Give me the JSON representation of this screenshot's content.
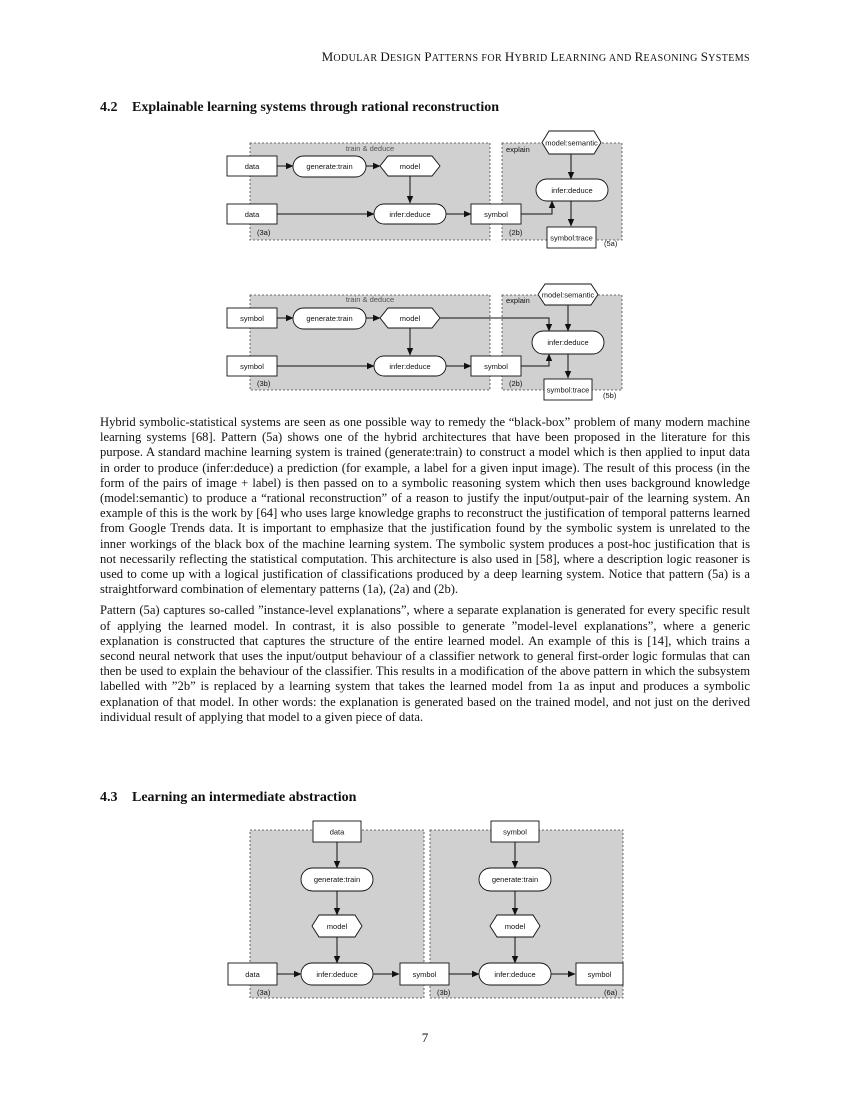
{
  "header": {
    "running_head": [
      {
        "cap": "M",
        "rest": "ODULAR "
      },
      {
        "cap": "D",
        "rest": "ESIGN "
      },
      {
        "cap": "P",
        "rest": "ATTERNS FOR "
      },
      {
        "cap": "H",
        "rest": "YBRID "
      },
      {
        "cap": "L",
        "rest": "EARNING AND "
      },
      {
        "cap": "R",
        "rest": "EASONING "
      },
      {
        "cap": "S",
        "rest": "YSTEMS"
      }
    ]
  },
  "section_4_2": {
    "number": "4.2",
    "title": "Explainable learning systems through rational reconstruction"
  },
  "figure_5a": {
    "group_left_label": "train & deduce",
    "group_right_label": "explain",
    "input_top": "data",
    "input_bottom": "data",
    "process_train": "generate:train",
    "model": "model",
    "process_deduce": "infer:deduce",
    "symbol": "symbol",
    "semantic": "model:semantic",
    "process_explain": "infer:deduce",
    "output": "symbol:trace",
    "tag_left": "(3a)",
    "tag_mid": "(2b)",
    "tag_pattern": "(5a)"
  },
  "figure_5b": {
    "group_left_label": "train & deduce",
    "group_right_label": "explain",
    "input_top": "symbol",
    "input_bottom": "symbol",
    "process_train": "generate:train",
    "model": "model",
    "process_deduce": "infer:deduce",
    "symbol": "symbol",
    "semantic": "model:semantic",
    "process_explain": "infer:deduce",
    "output": "symbol:trace",
    "tag_left": "(3b)",
    "tag_mid": "(2b)",
    "tag_pattern": "(5b)"
  },
  "paragraphs": [
    "Hybrid symbolic-statistical systems are seen as one possible way to remedy the “black-box” problem of many modern machine learning systems [68]. Pattern (5a) shows one of the hybrid architectures that have been proposed in the literature for this purpose. A standard machine learning system is trained (generate:train) to construct a model which is then applied to input data in order to produce (infer:deduce) a prediction (for example, a label for a given input image). The result of this process (in the form of the pairs of image + label) is then passed on to a symbolic reasoning system which then uses background knowledge (model:semantic) to produce a “rational reconstruction” of a reason to justify the input/output-pair of the learning system. An example of this is the work by [64] who uses large knowledge graphs to reconstruct the justification of temporal patterns learned from Google Trends data. It is important to emphasize that the justification found by the symbolic system is unrelated to the inner workings of the black box of the machine learning system. The symbolic system produces a post-hoc justification that is not necessarily reflecting the statistical computation. This architecture is also used in [58], where a description logic reasoner is used to come up with a logical justification of classifications produced by a deep learning system. Notice that pattern (5a) is a straightforward combination of elementary patterns (1a), (2a) and (2b).",
    "Pattern (5a) captures so-called ”instance-level explanations”, where a separate explanation is generated for every specific result of applying the learned model. In contrast, it is also possible to generate ”model-level explanations”, where a generic explanation is constructed that captures the structure of the entire learned model. An example of this is [14], which trains a second neural network that uses the input/output behaviour of a classifier network to general first-order logic formulas that can then be used to explain the behaviour of the classifier. This results in a modification of the above pattern in which the subsystem labelled with ”2b” is replaced by a learning system that takes the learned model from 1a as input and produces a symbolic explanation of that model. In other words: the explanation is generated based on the trained model, and not just on the derived individual result of applying that model to a given piece of data."
  ],
  "section_4_3": {
    "number": "4.3",
    "title": "Learning an intermediate abstraction"
  },
  "figure_6a": {
    "left_top_input": "data",
    "left_process_train": "generate:train",
    "left_model": "model",
    "left_input": "data",
    "left_process_deduce": "infer:deduce",
    "mid_symbol": "symbol",
    "right_top_input": "symbol",
    "right_process_train": "generate:train",
    "right_model": "model",
    "right_process_deduce": "infer:deduce",
    "right_output": "symbol",
    "tag_left": "(3a)",
    "tag_right": "(3b)",
    "tag_pattern": "(6a)"
  },
  "page_number": "7"
}
